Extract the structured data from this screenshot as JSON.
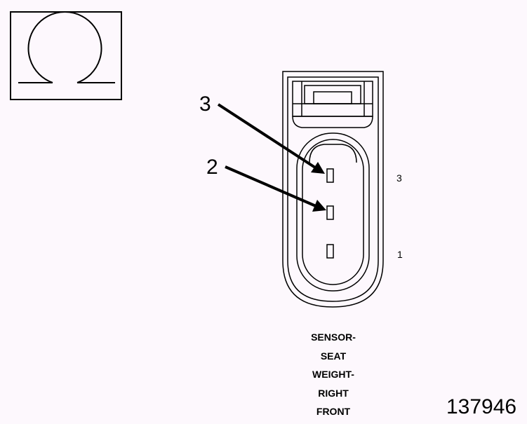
{
  "symbol": {
    "icon": "ohm-icon"
  },
  "callouts": [
    {
      "label": "3"
    },
    {
      "label": "2"
    }
  ],
  "pin_labels": [
    {
      "label": "3"
    },
    {
      "label": "1"
    }
  ],
  "caption": {
    "lines": [
      "SENSOR-",
      "SEAT",
      "WEIGHT-",
      "RIGHT",
      "FRONT"
    ]
  },
  "figure_id": "137946",
  "colors": {
    "background": "#fdf8fd",
    "ink": "#000000"
  }
}
